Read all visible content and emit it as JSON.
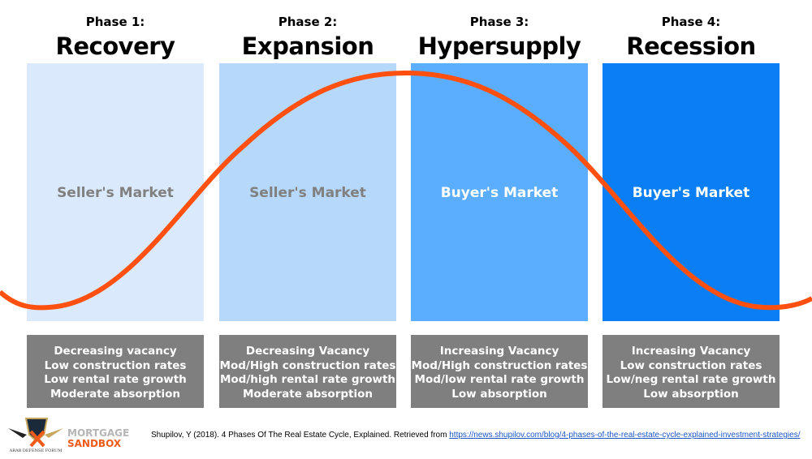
{
  "colors": {
    "curve": "#ff5010",
    "box": "#7f7f7f",
    "col1": "#daeafc",
    "col2": "#b6d8fb",
    "col3": "#5badfd",
    "col4": "#0a7ef5"
  },
  "phases": [
    {
      "number": "Phase 1:",
      "name": "Recovery",
      "market": "Seller's Market",
      "traits": [
        "Decreasing vacancy",
        "Low construction rates",
        "Low rental rate growth",
        "Moderate absorption"
      ]
    },
    {
      "number": "Phase 2:",
      "name": "Expansion",
      "market": "Seller's Market",
      "traits": [
        "Decreasing Vacancy",
        "Mod/High construction rates",
        "Mod/high rental rate growth",
        "Moderate absorption"
      ]
    },
    {
      "number": "Phase 3:",
      "name": "Hypersupply",
      "market": "Buyer's Market",
      "traits": [
        "Increasing Vacancy",
        "Mod/High construction rates",
        "Mod/low rental rate growth",
        "Low absorption"
      ]
    },
    {
      "number": "Phase 4:",
      "name": "Recession",
      "market": "Buyer's Market",
      "traits": [
        "Increasing Vacancy",
        "Low construction rates",
        "Low/neg rental rate growth",
        "Low absorption"
      ]
    }
  ],
  "citation": {
    "text": "Shupilov, Y (2018). 4 Phases Of The  Real Estate Cycle, Explained. Retrieved from ",
    "link": "https://news.shupilov.com/blog/4-phases-of-the-real-estate-cycle-explained-investment-strategies/"
  },
  "logo": {
    "line1": "MORTGAGE",
    "line2": "SANDBOX",
    "emblem_text": "ARAB DEFENSE FORUM"
  }
}
